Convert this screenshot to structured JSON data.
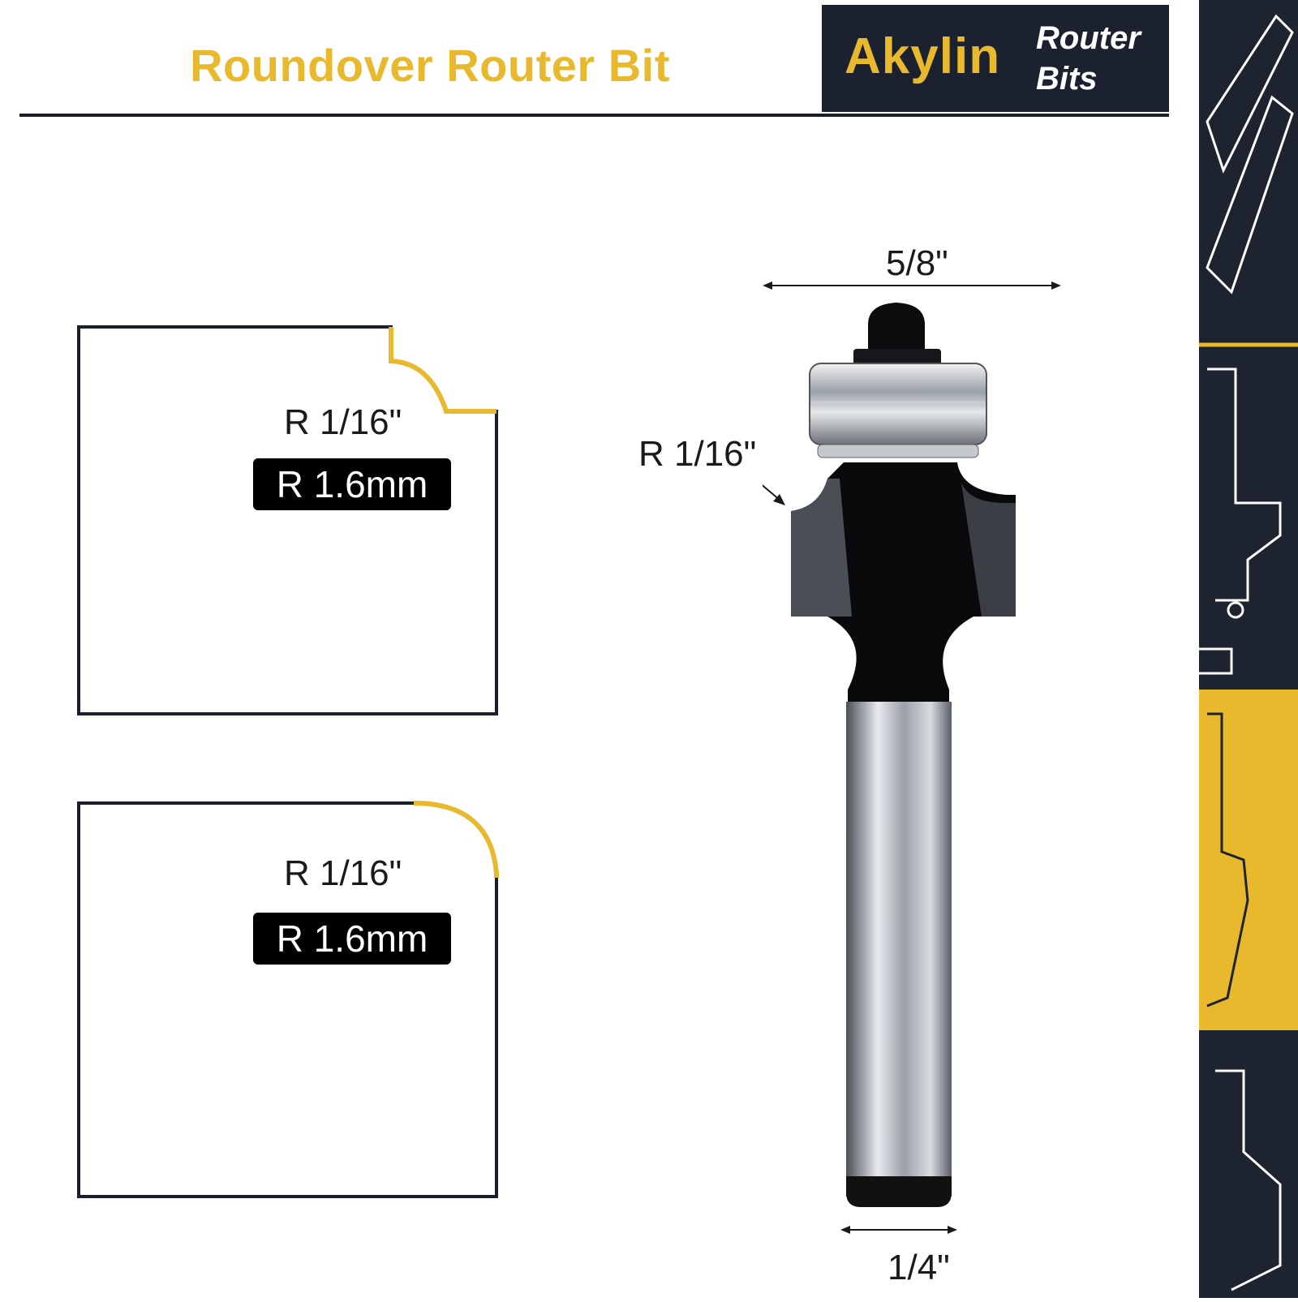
{
  "header": {
    "title": "Roundover Router Bit",
    "brand": {
      "name": "Akylin",
      "tagline_line1": "Router",
      "tagline_line2": "Bits"
    }
  },
  "profiles": [
    {
      "radius_in": "R 1/16\"",
      "radius_mm": "R 1.6mm"
    },
    {
      "radius_in": "R 1/16\"",
      "radius_mm": "R 1.6mm"
    }
  ],
  "bit_dimensions": {
    "cutting_diameter": "5/8\"",
    "radius_callout": "R 1/16\"",
    "shank_diameter": "1/4\""
  },
  "colors": {
    "accent": "#e8b92c",
    "dark": "#1c2130"
  }
}
